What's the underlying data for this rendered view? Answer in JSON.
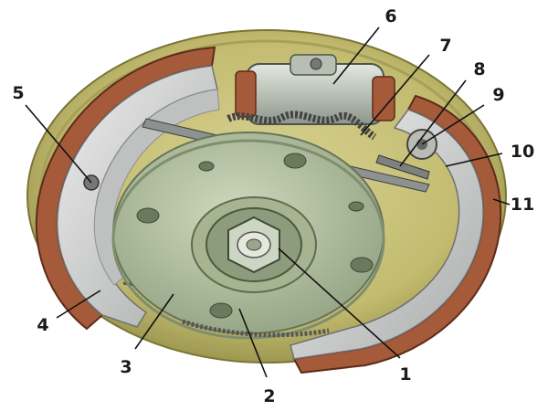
{
  "callouts": [
    {
      "id": "1",
      "label": "1"
    },
    {
      "id": "2",
      "label": "2"
    },
    {
      "id": "3",
      "label": "3"
    },
    {
      "id": "4",
      "label": "4"
    },
    {
      "id": "5",
      "label": "5"
    },
    {
      "id": "6",
      "label": "6"
    },
    {
      "id": "7",
      "label": "7"
    },
    {
      "id": "8",
      "label": "8"
    },
    {
      "id": "9",
      "label": "9"
    },
    {
      "id": "10",
      "label": "10"
    },
    {
      "id": "11",
      "label": "11"
    }
  ],
  "colors": {
    "backplate": "#c9c27a",
    "backplate_shadow": "#8f8a45",
    "lining": "#a55a3a",
    "lining_dark": "#6e3320",
    "shoe": "#d6d8d8",
    "hub": "#b9c7a7",
    "hub_dark": "#7f8e6e",
    "cylinder": "#c4ccc0",
    "metal_dark": "#555a55"
  }
}
